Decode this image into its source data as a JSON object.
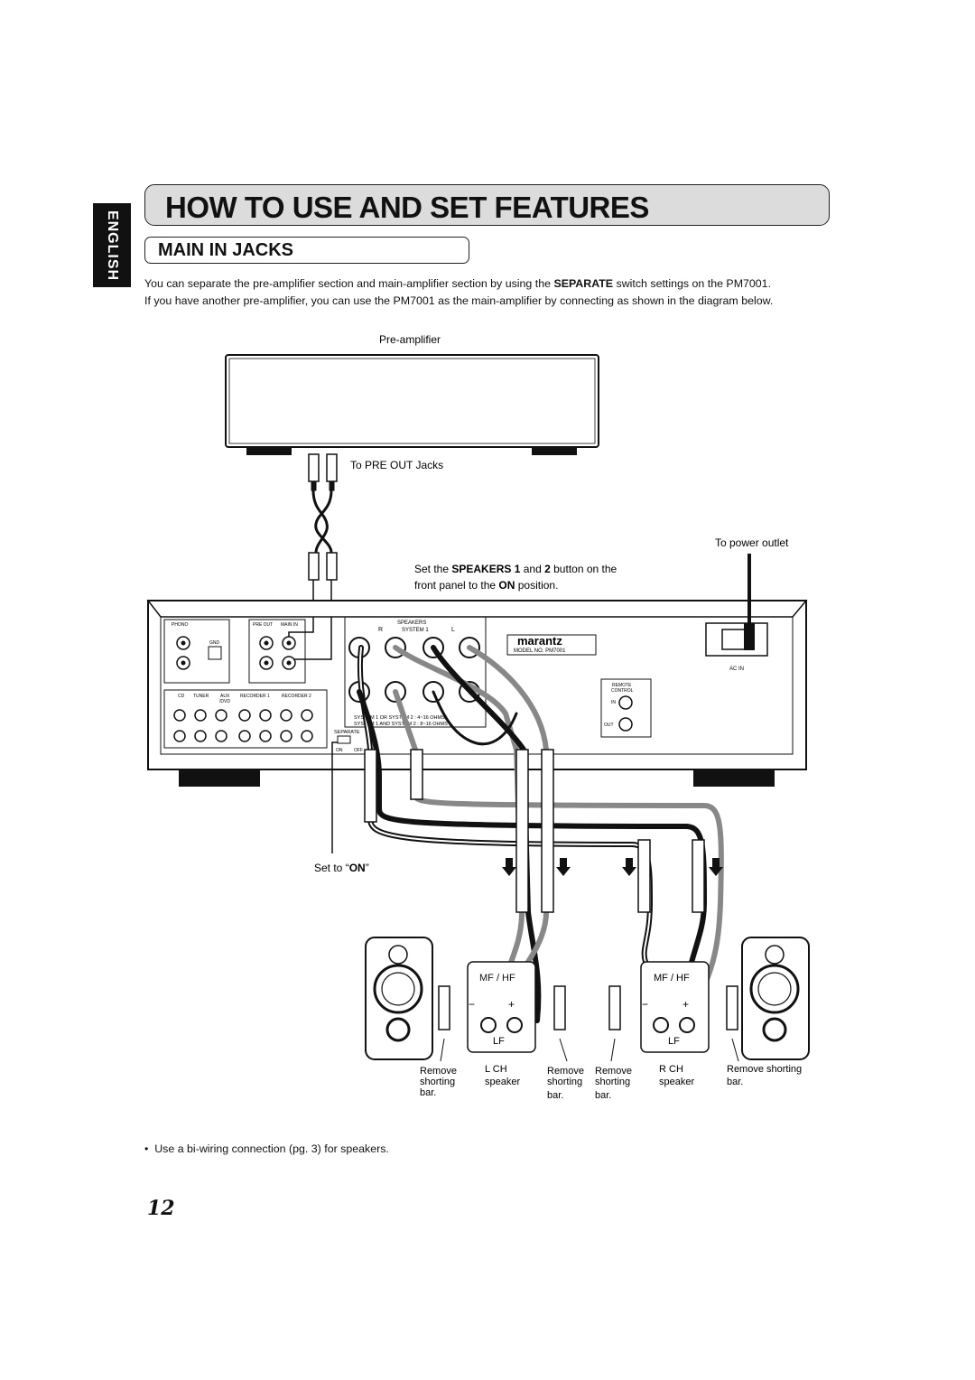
{
  "sidebar": {
    "language": "ENGLISH"
  },
  "header": {
    "title": "HOW TO USE AND SET FEATURES",
    "subtitle": "MAIN IN JACKS"
  },
  "intro": {
    "line1_a": "You can separate the pre-amplifier section and main-amplifier section by using the ",
    "line1_bold": "SEPARATE",
    "line1_b": " switch settings on the PM7001.",
    "line2": "If you have another pre-amplifier, you can use the PM7001 as the main-amplifier by connecting as shown in the diagram below."
  },
  "diagram": {
    "preamp_label": "Pre-amplifier",
    "pre_out_label": "To PRE OUT Jacks",
    "power_outlet_label": "To power outlet",
    "speakers_note": {
      "a": "Set the ",
      "b": "SPEAKERS 1",
      "c": " and ",
      "d": "2",
      "e": " button on the",
      "line2_a": "front panel to the ",
      "line2_b": "ON",
      "line2_c": " position."
    },
    "set_to_on": {
      "a": "Set to “",
      "b": "ON",
      "c": "”"
    },
    "panel": {
      "phono": "PHONO",
      "gnd": "GND",
      "pre_out": "PRE OUT",
      "main_in": "MAIN IN",
      "speakers": "SPEAKERS",
      "system1": "SYSTEM 1",
      "r": "R",
      "l": "L",
      "brand": "marantz",
      "model": "MODEL NO. PM7001",
      "ac_in": "AC IN",
      "remote_control": [
        "REMOTE",
        "CONTROL"
      ],
      "in": "IN",
      "out": "OUT",
      "separate": "SEPARATE",
      "on": "ON",
      "off": "OFF",
      "cd": "CD",
      "tuner": "TUNER",
      "aux": "AUX",
      "dvd": "/DVD",
      "recorder1": "RECORDER 1",
      "recorder2": "RECORDER 2",
      "ohms1": "SYSTEM 1 OR SYSTEM 2 : 4~16 OHMS",
      "ohms2": "SYSTEM 1 AND SYSTEM 2 : 8~16 OHMS"
    },
    "speaker_terminal": {
      "mfhf": "MF / HF",
      "lf": "LF",
      "plus": "+",
      "minus": "−"
    },
    "captions": {
      "remove_bar": [
        "Remove",
        "shorting",
        "bar."
      ],
      "l_ch": [
        "L CH",
        "speaker"
      ],
      "r_ch": [
        "R CH",
        "speaker"
      ],
      "remove_bar_inline": [
        "Remove shorting",
        "bar."
      ]
    }
  },
  "note": "Use a bi-wiring connection (pg. 3) for speakers.",
  "page_number": "12"
}
